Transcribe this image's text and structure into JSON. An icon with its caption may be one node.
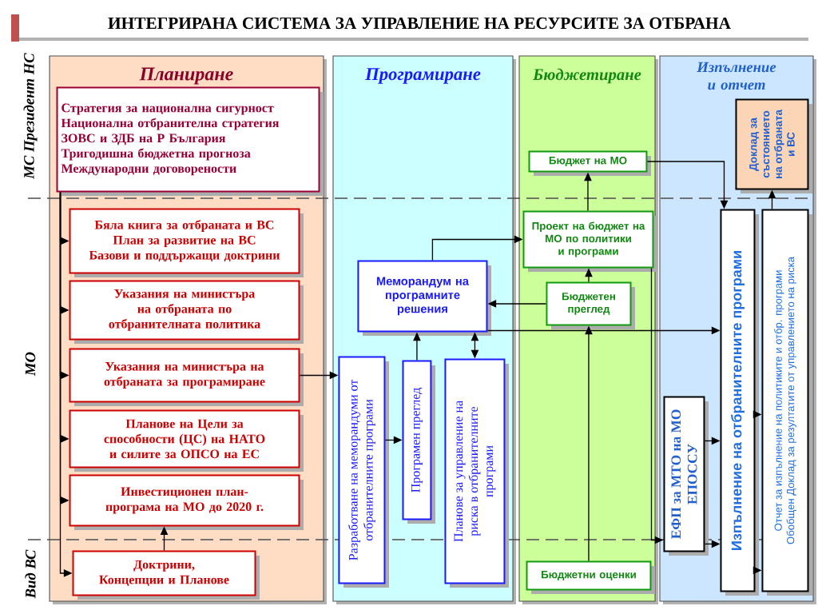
{
  "diagram": {
    "title": "ИНТЕГРИРАНА СИСТЕМА ЗА УПРАВЛЕНИЕ НА РЕСУРСИТЕ ЗА ОТБРАНА",
    "nodes": [
      {
        "text": [
          "Планиране"
        ]
      },
      {
        "text": [
          "Програмиране"
        ]
      },
      {
        "text": [
          "Бюджетиране"
        ]
      },
      {
        "text": [
          "Изпълнение  и отчет"
        ]
      },
      {
        "text": [
          "Стратегия за национална сигурност",
          "Национална отбранителна стратегия",
          "ЗОВС и ЗДБ на Р България",
          "Тригодишна бюджетна прогноза",
          "Международни договорености"
        ],
        "in": 0
      },
      {
        "text": [
          "Бяла книга за отбраната и ВС",
          "План за развитие на ВС",
          "Базови и поддържащи доктрини"
        ],
        "in": 0
      },
      {
        "text": [
          "Указания на министъра на отбраната по отбранителната политика"
        ],
        "in": 0
      },
      {
        "text": [
          "Указания на министъра на отбраната за програмиране"
        ],
        "in": 0
      },
      {
        "text": [
          "Планове на Цели за способности (ЦС) на НАТО и силите за ОПСО на ЕС"
        ],
        "in": 0
      },
      {
        "text": [
          "Инвестиционен план-програма на МО до 2020 г."
        ],
        "in": 0
      },
      {
        "text": [
          "Доктрини, Концепции и Планове"
        ],
        "in": 0
      },
      {
        "text": [
          "Разработване на меморандуми от отбранителните програми"
        ],
        "in": 1
      },
      {
        "text": [
          "Програмен преглед"
        ],
        "in": 1
      },
      {
        "text": [
          "Планове за управление на риска в отбранителните програми"
        ],
        "in": 1
      },
      {
        "text": [
          "Меморандум на програмните решения"
        ],
        "in": 1
      },
      {
        "text": [
          "Бюджет на МО"
        ],
        "in": 2
      },
      {
        "text": [
          "Проект на бюджет на МО по политики и програми"
        ],
        "in": 2
      },
      {
        "text": [
          "Бюджетен преглед"
        ],
        "in": 2
      },
      {
        "text": [
          "Бюджетни оценки"
        ],
        "in": 2
      },
      {
        "text": [
          "Доклад за състоянието на отбраната и ВС"
        ],
        "in": 3
      },
      {
        "text": [
          "Изпълнение на отбранителните програми"
        ],
        "in": 3
      },
      {
        "text": [
          "Отчет за изпълнение на политиките и отбр. програми",
          "Обобщен Доклад за резултатите от управлението на риска"
        ],
        "in": 3
      },
      {
        "text": [
          "ЕФП за МТО на МО ЕПОССУ"
        ],
        "in": 3
      }
    ],
    "edges": [
      {
        "from": 4,
        "to": 5,
        "arrow": "to"
      },
      {
        "from": 4,
        "to": 6,
        "arrow": "to"
      },
      {
        "from": 4,
        "to": 7,
        "arrow": "to"
      },
      {
        "from": 4,
        "to": 8,
        "arrow": "to"
      },
      {
        "from": 4,
        "to": 9,
        "arrow": "to"
      },
      {
        "from": 4,
        "to": 10,
        "arrow": "to"
      },
      {
        "from": 10,
        "to": 9,
        "arrow": "to"
      },
      {
        "from": 7,
        "to": 11,
        "arrow": "to"
      },
      {
        "from": 11,
        "to": 12,
        "arrow": "to"
      },
      {
        "from": 12,
        "to": 14,
        "arrow": "to"
      },
      {
        "from": 13,
        "to": 14,
        "arrow": "both"
      },
      {
        "from": 14,
        "to": 16,
        "arrow": "to"
      },
      {
        "from": 17,
        "to": 14,
        "arrow": "to"
      },
      {
        "from": 17,
        "to": 16,
        "arrow": "to"
      },
      {
        "from": 16,
        "to": 15,
        "arrow": "to"
      },
      {
        "from": 18,
        "to": 17,
        "arrow": "to"
      },
      {
        "from": 15,
        "to": 20,
        "arrow": "to"
      },
      {
        "from": 14,
        "to": 20,
        "arrow": "to"
      },
      {
        "from": 16,
        "to": 22,
        "arrow": "to"
      },
      {
        "from": 22,
        "to": 20,
        "arrow": "to"
      },
      {
        "from": 22,
        "to": 20,
        "arrow": "to"
      },
      {
        "from": 20,
        "to": 21,
        "arrow": "to"
      },
      {
        "from": 20,
        "to": 21,
        "arrow": "to"
      },
      {
        "from": 21,
        "to": 19,
        "arrow": "to"
      }
    ],
    "labels": [
      "МС Президент  НС",
      "МО",
      "Вид ВС"
    ]
  }
}
